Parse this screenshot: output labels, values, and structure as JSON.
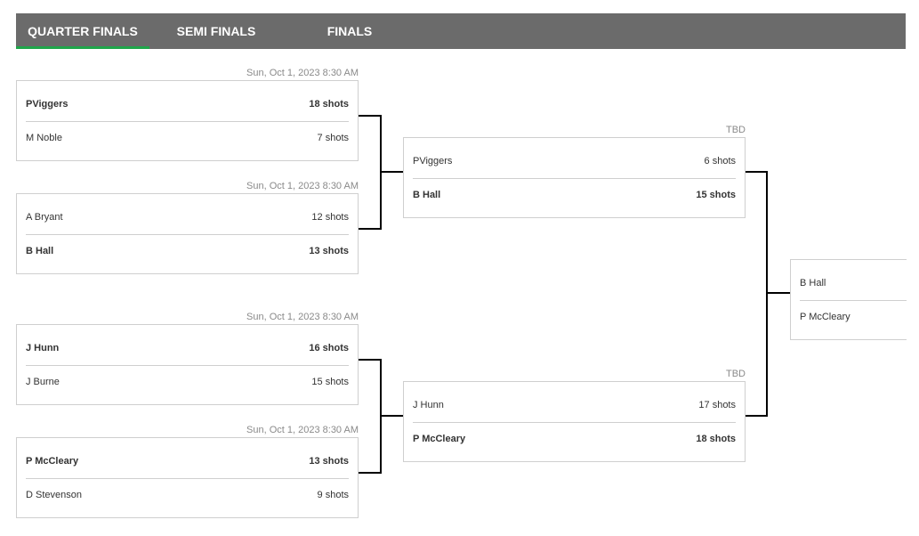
{
  "tabs": [
    {
      "label": "QUARTER FINALS",
      "active": true
    },
    {
      "label": "SEMI FINALS",
      "active": false
    },
    {
      "label": "FINALS",
      "active": false
    }
  ],
  "colors": {
    "tabbar": "#6b6b6b",
    "active_underline": "#1fa64a"
  },
  "quarter_finals": [
    {
      "date": "Sun, Oct 1, 2023 8:30 AM",
      "p1": {
        "name": "PViggers",
        "shots": "18 shots",
        "winner": true
      },
      "p2": {
        "name": "M Noble",
        "shots": "7 shots",
        "winner": false
      }
    },
    {
      "date": "Sun, Oct 1, 2023 8:30 AM",
      "p1": {
        "name": "A Bryant",
        "shots": "12 shots",
        "winner": false
      },
      "p2": {
        "name": "B Hall",
        "shots": "13 shots",
        "winner": true
      }
    },
    {
      "date": "Sun, Oct 1, 2023 8:30 AM",
      "p1": {
        "name": "J Hunn",
        "shots": "16 shots",
        "winner": true
      },
      "p2": {
        "name": "J Burne",
        "shots": "15 shots",
        "winner": false
      }
    },
    {
      "date": "Sun, Oct 1, 2023 8:30 AM",
      "p1": {
        "name": "P McCleary",
        "shots": "13 shots",
        "winner": true
      },
      "p2": {
        "name": "D Stevenson",
        "shots": "9 shots",
        "winner": false
      }
    }
  ],
  "semi_finals": [
    {
      "date": "TBD",
      "p1": {
        "name": "PViggers",
        "shots": "6 shots",
        "winner": false
      },
      "p2": {
        "name": "B Hall",
        "shots": "15 shots",
        "winner": true
      }
    },
    {
      "date": "TBD",
      "p1": {
        "name": "J Hunn",
        "shots": "17 shots",
        "winner": false
      },
      "p2": {
        "name": "P McCleary",
        "shots": "18 shots",
        "winner": true
      }
    }
  ],
  "final": {
    "p1": {
      "name": "B Hall",
      "shots": ""
    },
    "p2": {
      "name": "P McCleary",
      "shots": ""
    }
  }
}
